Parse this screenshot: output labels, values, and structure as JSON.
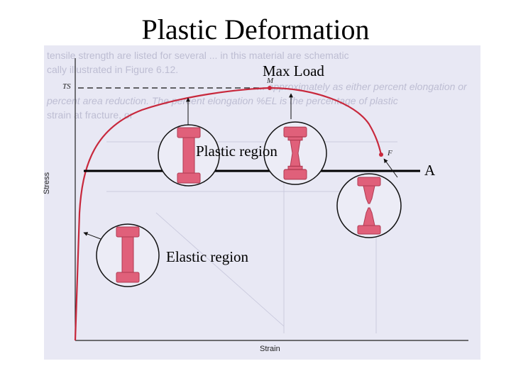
{
  "title": "Plastic Deformation",
  "labels": {
    "max_load": "Max Load",
    "plastic_region": "Plastic region",
    "elastic_region": "Elastic region",
    "a_line": "A"
  },
  "annotations": {
    "ts": "TS",
    "m": "M",
    "f": "F"
  },
  "axes": {
    "x": "Strain",
    "y": "Stress"
  },
  "background_text": {
    "line1": "tensile strength are listed for several ... in this material are schematic",
    "line2": "cally illustrated in Figure 6.12.",
    "line3": "... approximately as either percent elongation or",
    "line4": "percent area reduction. The percent elongation %EL is the percentage of plastic",
    "line5": "strain at fracture, or"
  },
  "colors": {
    "curve": "#c8283c",
    "specimen": "#e0607a",
    "specimen_dark": "#b03a52",
    "panel": "#e8e8f4"
  }
}
